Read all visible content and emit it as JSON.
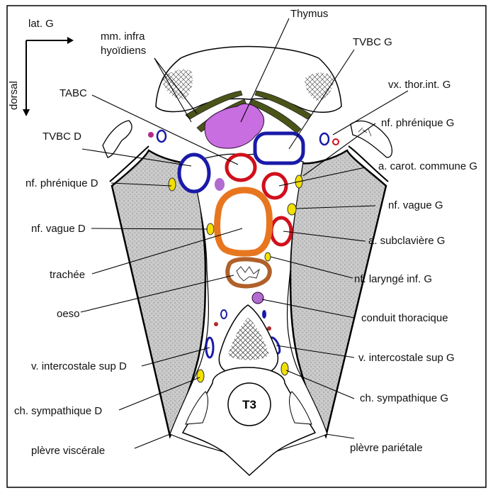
{
  "orientation": {
    "lateral": "lat. G",
    "dorsal": "dorsal"
  },
  "labels": {
    "thymus": "Thymus",
    "mm_infra_1": "mm. infra",
    "mm_infra_2": "hyoïdiens",
    "tvbc_g": "TVBC G",
    "tabc": "TABC",
    "vx_thor_int_g": "vx. thor.int. G",
    "nf_phrenique_g": "nf. phrénique G",
    "tvbc_d": "TVBC D",
    "a_carot_commune_g": "a. carot. commune G",
    "nf_phrenique_d": "nf. phrénique D",
    "nf_vague_g": "nf. vague G",
    "nf_vague_d": "nf. vague D",
    "a_subclaviere_g": "a. subclavière G",
    "trachee": "trachée",
    "nf_larynge_inf_g": "nf. laryngé inf. G",
    "oeso": "oeso",
    "conduit_thoracique": "conduit thoracique",
    "v_intercostale_sup_d": "v. intercostale sup D",
    "v_intercostale_sup_g": "v. intercostale sup G",
    "ch_sympathique_d": "ch. sympathique D",
    "ch_sympathique_g": "ch. sympathique G",
    "plevre_viscerale": "plèvre viscérale",
    "plevre_parietale": "plèvre pariétale",
    "vertebra": "T3"
  },
  "colors": {
    "artery": "#d0101c",
    "vein": "#1a1aa8",
    "nerve": "#f2e000",
    "thymus": "#c86ee0",
    "muscle": "#4a5418",
    "trachea": "#e8761e",
    "esophagus": "#b0602a",
    "lung": "#c8c8c8"
  }
}
